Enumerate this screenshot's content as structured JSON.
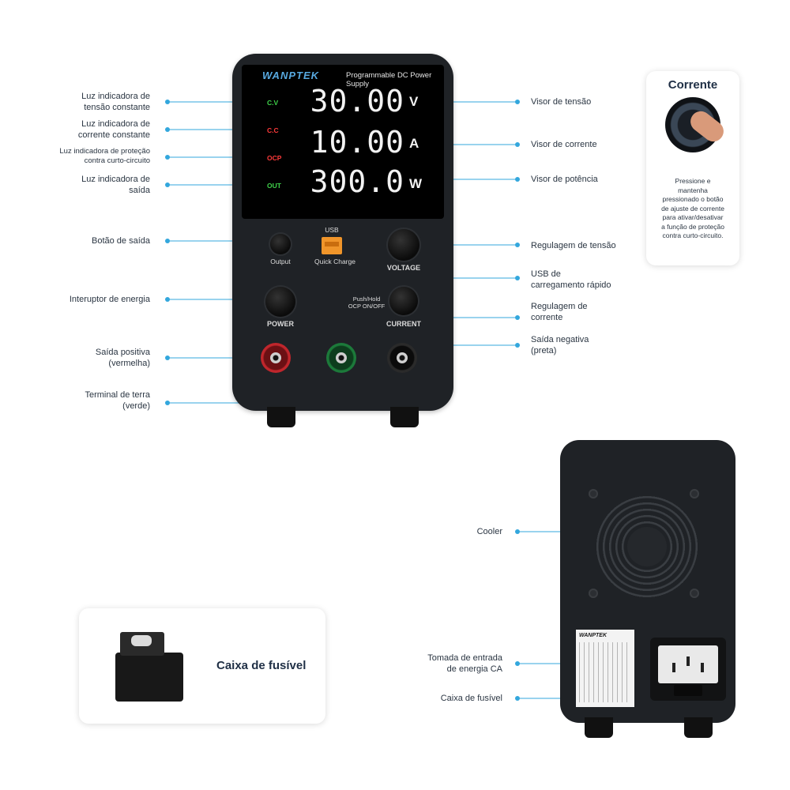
{
  "device": {
    "brand": "WANPTEK",
    "model_text": "Programmable DC Power Supply",
    "indicators": [
      {
        "label": "C.V",
        "color": "#3fd14a"
      },
      {
        "label": "C.C",
        "color": "#ff3a3a"
      },
      {
        "label": "OCP",
        "color": "#ff3a3a"
      },
      {
        "label": "OUT",
        "color": "#3fd14a"
      }
    ],
    "voltage_reading": "30.00",
    "current_reading": "10.00",
    "power_reading": "300.0",
    "unit_v": "V",
    "unit_a": "A",
    "unit_w": "W",
    "output_label": "Output",
    "usb_top": "USB",
    "usb_sub": "Quick Charge",
    "voltage_knob_label": "VOLTAGE",
    "power_label": "POWER",
    "push_hold_label": "Push/Hold\nOCP ON/OFF",
    "current_knob_label": "CURRENT"
  },
  "labels_left": {
    "cv_light": "Luz indicadora de\ntensão constante",
    "cc_light": "Luz indicadora de\ncorrente constante",
    "ocp_light": "Luz indicadora de proteção\ncontra curto-circuito",
    "out_light": "Luz indicadora de\nsaída",
    "output_button": "Botão de saída",
    "power_switch": "Interuptor de energia",
    "positive_output": "Saída positiva\n(vermelha)",
    "ground_terminal": "Terminal de terra\n(verde)"
  },
  "labels_right": {
    "voltage_display": "Visor de tensão",
    "current_display": "Visor de corrente",
    "power_display": "Visor de potência",
    "voltage_adjust": "Regulagem de tensão",
    "usb_fast": "USB de\ncarregamento rápido",
    "current_adjust": "Regulagem de\ncorrente",
    "negative_output": "Saída negativa\n(preta)"
  },
  "current_card": {
    "title": "Corrente",
    "text": "Pressione e\nmantenha\npressionado o botão\nde ajuste de corrente\npara ativar/desativar\na função de proteção\ncontra curto-circuito."
  },
  "fuse_card": {
    "title": "Caixa de fusível"
  },
  "back": {
    "cooler": "Cooler",
    "ac_inlet": "Tomada de entrada\nde energia CA",
    "fuse_box": "Caixa de fusível",
    "sticker_brand": "WANPTEK"
  },
  "colors": {
    "accent_line": "#33a7dd",
    "body": "#1f2226",
    "terminal_red": "#c0262c",
    "terminal_green": "#1c7a3a",
    "usb_orange": "#f0952a"
  }
}
